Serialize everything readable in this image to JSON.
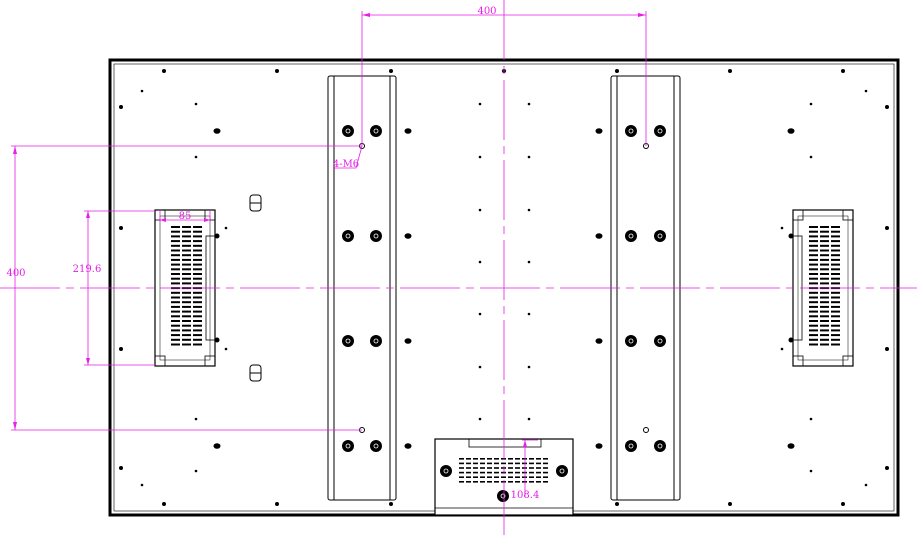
{
  "drawing": {
    "dimensions": {
      "top_width": "400",
      "left_height": "400",
      "inner_height": "219.6",
      "inner_width": "85",
      "screw_callout": "4-M6",
      "bottom_offset": "108.4"
    },
    "colors": {
      "outline": "#000000",
      "dimension": "#e61ee6",
      "background": "#ffffff"
    }
  }
}
